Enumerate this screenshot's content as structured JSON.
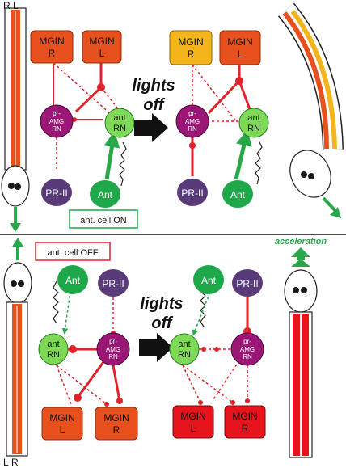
{
  "top": {
    "corner_labels": {
      "r": "R",
      "l": "L"
    },
    "lights_off_line1": "lights",
    "lights_off_line2": "off",
    "status_box": "ant. cell ON",
    "left": {
      "mgin_r": [
        "MGIN",
        "R"
      ],
      "mgin_l": [
        "MGIN",
        "L"
      ],
      "pramg": [
        "pr-",
        "AMG",
        "RN"
      ],
      "antrn": [
        "ant",
        "RN"
      ],
      "prii": "PR-II",
      "ant": "Ant"
    },
    "right": {
      "mgin_r": [
        "MGIN",
        "R"
      ],
      "mgin_l": [
        "MGIN",
        "L"
      ],
      "pramg": [
        "pr-",
        "AMG",
        "RN"
      ],
      "antrn": [
        "ant",
        "RN"
      ],
      "prii": "PR-II",
      "ant": "Ant"
    }
  },
  "bottom": {
    "corner_labels": {
      "l": "L",
      "r": "R"
    },
    "lights_off_line1": "lights",
    "lights_off_line2": "off",
    "status_box": "ant. cell OFF",
    "acceleration": "acceleration",
    "left": {
      "ant": "Ant",
      "prii": "PR-II",
      "antrn": [
        "ant",
        "RN"
      ],
      "pramg": [
        "pr-",
        "AMG",
        "RN"
      ],
      "mgin_l": [
        "MGIN",
        "L"
      ],
      "mgin_r": [
        "MGIN",
        "R"
      ]
    },
    "right": {
      "ant": "Ant",
      "prii": "PR-II",
      "antrn": [
        "ant",
        "RN"
      ],
      "pramg": [
        "pr-",
        "AMG",
        "RN"
      ],
      "mgin_l": [
        "MGIN",
        "L"
      ],
      "mgin_r": [
        "MGIN",
        "R"
      ]
    }
  },
  "colors": {
    "mgin_orange": "#e8501e",
    "mgin_yellow": "#f3b41c",
    "mgin_red": "#e8141c",
    "pramg": "#9b1775",
    "antrn": "#7ed957",
    "ant": "#1ea84a",
    "prii": "#5a3b7a",
    "red_line": "#e0222a",
    "green_arrow": "#28a84a"
  }
}
